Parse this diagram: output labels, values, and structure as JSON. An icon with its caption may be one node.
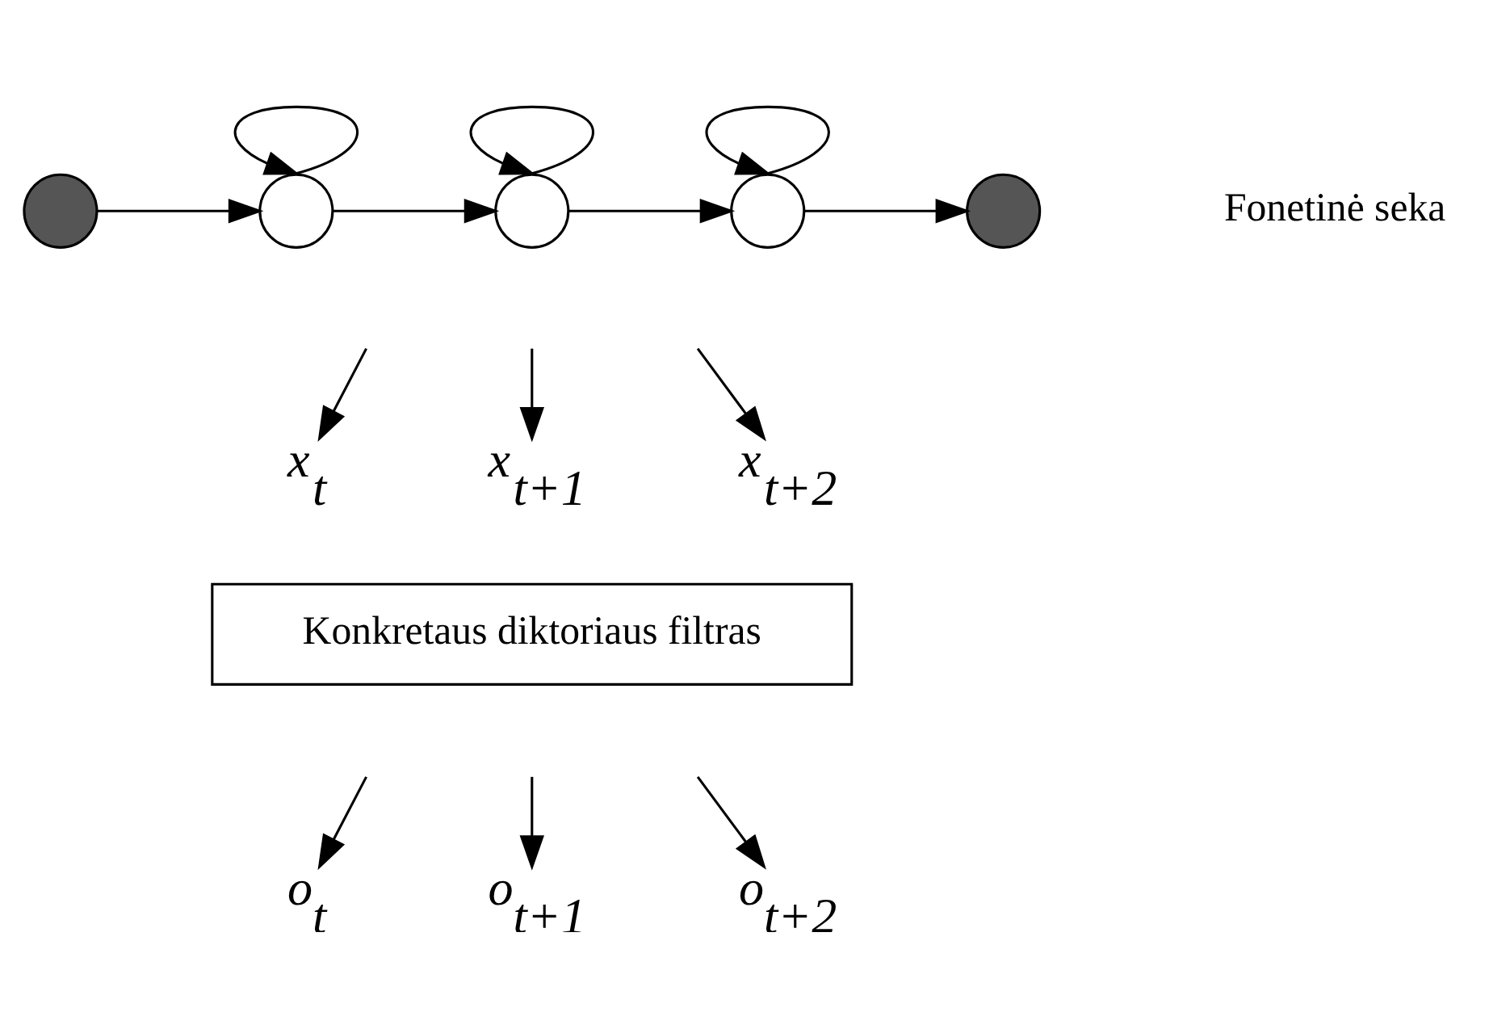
{
  "diagram": {
    "nodes": [
      {
        "text": [],
        "shape": "circle"
      },
      {
        "text": [],
        "shape": "circle"
      },
      {
        "text": [],
        "shape": "circle"
      },
      {
        "text": [],
        "shape": "circle"
      },
      {
        "text": [],
        "shape": "circle"
      },
      {
        "text": [
          "x$_{t}$"
        ]
      },
      {
        "text": [
          "x$_{t+1}$"
        ]
      },
      {
        "text": [
          "x$_{t+2}$"
        ]
      },
      {
        "text": [
          "Konkretaus diktoriaus filtras"
        ]
      },
      {
        "text": [
          "o$_{t}$"
        ]
      },
      {
        "text": [
          "o$_{t+1}$"
        ]
      },
      {
        "text": [
          "o$_{t+2}$"
        ]
      }
    ],
    "edges": [
      {
        "from": 0,
        "to": 1,
        "arrow": "to"
      },
      {
        "from": 1,
        "to": 1,
        "arrow": "to"
      },
      {
        "from": 1,
        "to": 2,
        "arrow": "to"
      },
      {
        "from": 2,
        "to": 2,
        "arrow": "to"
      },
      {
        "from": 2,
        "to": 3,
        "arrow": "to"
      },
      {
        "from": 3,
        "to": 3,
        "arrow": "to"
      },
      {
        "from": 3,
        "to": 4,
        "arrow": "to"
      },
      {
        "from": null,
        "to": 5,
        "arrow": "to"
      },
      {
        "from": null,
        "to": 6,
        "arrow": "to"
      },
      {
        "from": null,
        "to": 7,
        "arrow": "to"
      },
      {
        "from": null,
        "to": 9,
        "arrow": "to"
      },
      {
        "from": null,
        "to": 10,
        "arrow": "to"
      },
      {
        "from": null,
        "to": 11,
        "arrow": "to"
      }
    ],
    "labels": [
      "Fonetinė seka"
    ]
  }
}
